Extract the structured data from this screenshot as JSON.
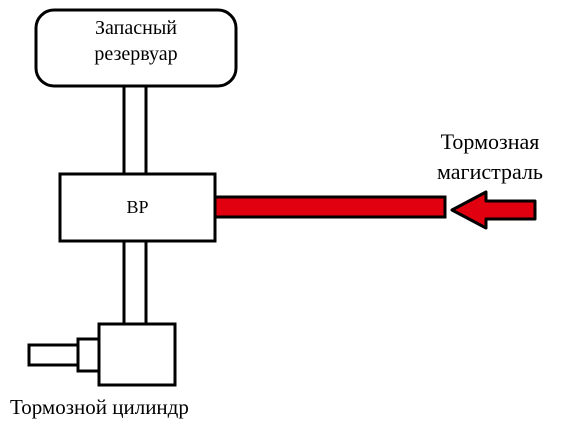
{
  "diagram": {
    "nodes": {
      "reservoir": {
        "line1": "Запасный",
        "line2": "резервуар"
      },
      "valve": {
        "label": "ВР"
      },
      "cylinder": {
        "label": "Тормозной цилиндр"
      },
      "brake_line": {
        "line1": "Тормозная",
        "line2": "магистраль"
      }
    },
    "colors": {
      "outline": "#000000",
      "pipe_active": "#e0000f",
      "background": "#ffffff"
    },
    "edges": [
      {
        "from": "reservoir",
        "to": "valve"
      },
      {
        "from": "valve",
        "to": "cylinder"
      },
      {
        "from": "brake_line",
        "to": "valve",
        "style": "red-arrow"
      }
    ]
  }
}
